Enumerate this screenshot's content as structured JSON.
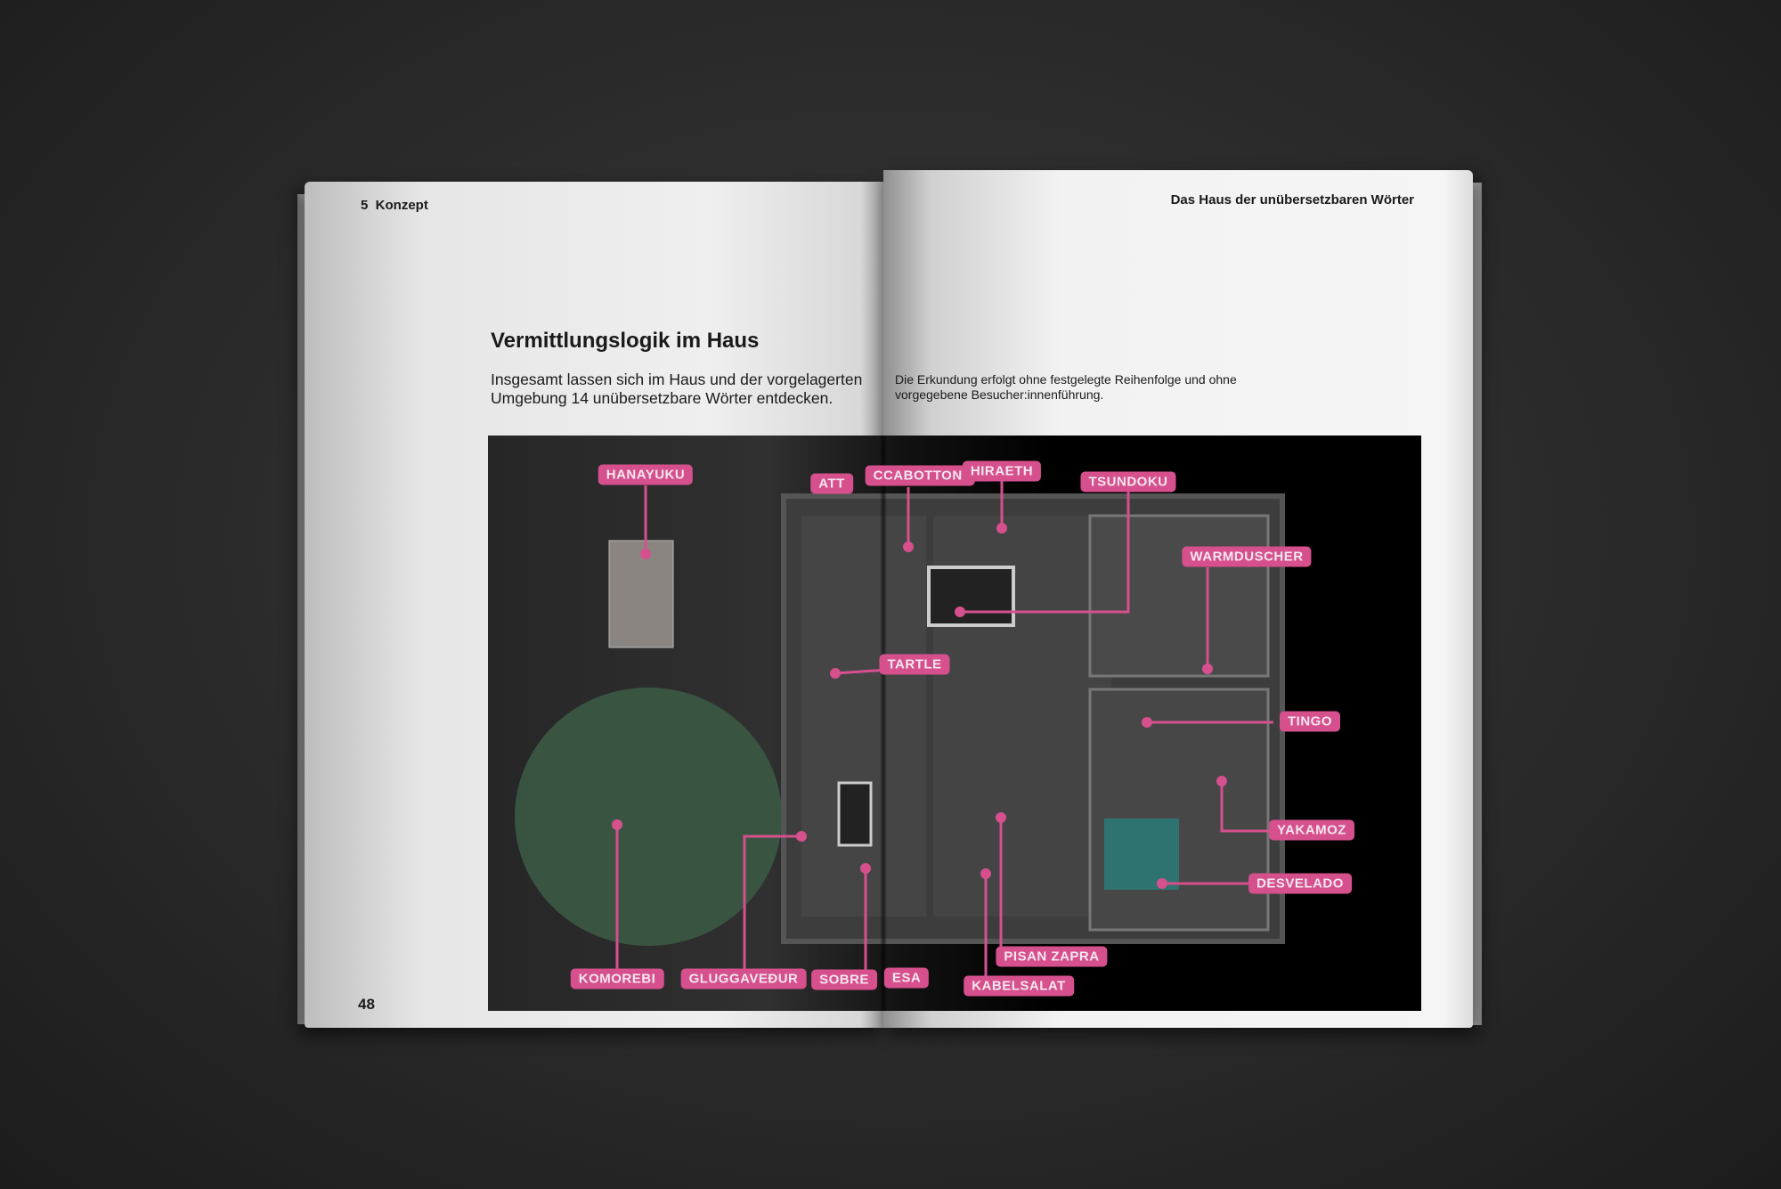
{
  "left_page": {
    "header": "5  Konzept",
    "title": "Vermittlungslogik im Haus",
    "intro": "Insgesamt lassen sich im Haus und der vorgelagerten Umgebung 14 unübersetzbare Wörter entdecken.",
    "page_number": "48"
  },
  "right_page": {
    "header": "Das Haus der unübersetzbaren Wörter",
    "text": "Die Erkundung erfolgt ohne festgelegte Reihenfolge und ohne vorgegebene Besucher:innenführung."
  },
  "labels": {
    "hanayuku": "HANAYUKU",
    "attacca_left": "ATT",
    "attacca_right": "CCABOTTONI",
    "hiraeth": "HIRAETH",
    "tsundoku": "TSUNDOKU",
    "warmduscher": "WARMDUSCHER",
    "tartle": "TARTLE",
    "tingo": "TINGO",
    "yakamoz": "YAKAMOZ",
    "desvelado": "DESVELADO",
    "pisan_zapra": "PISAN ZAPRA",
    "kabelsalat": "KABELSALAT",
    "komorebi": "KOMOREBI",
    "gluggavedur": "GLUGGAVEÐUR",
    "sobremesa_left": "SOBRE",
    "sobremesa_right": "ESA"
  },
  "colors": {
    "accent": "#d6508e"
  }
}
